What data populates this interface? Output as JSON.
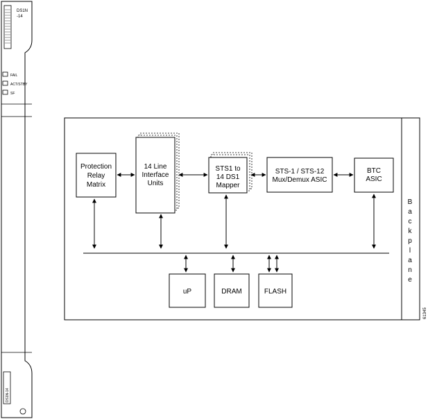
{
  "card_faceplate": {
    "top_label": [
      "DS1N",
      "-14"
    ],
    "leds": [
      "FAIL",
      "ACT/STBY",
      "SF"
    ],
    "bottom_label": "DS1N-14"
  },
  "diagram": {
    "blocks": {
      "protection_relay": [
        "Protection",
        "Relay",
        "Matrix"
      ],
      "line_interface": [
        "14 Line",
        "Interface",
        "Units"
      ],
      "mapper": [
        "STS1 to",
        "14 DS1",
        "Mapper"
      ],
      "mux_asic": [
        "STS-1 / STS-12",
        "Mux/Demux ASIC"
      ],
      "btc_asic": [
        "BTC",
        "ASIC"
      ],
      "up": "uP",
      "dram": "DRAM",
      "flash": "FLASH"
    },
    "backplane_letters": [
      "B",
      "a",
      "c",
      "k",
      "p",
      "l",
      "a",
      "n",
      "e"
    ],
    "figure_number": "61345"
  }
}
